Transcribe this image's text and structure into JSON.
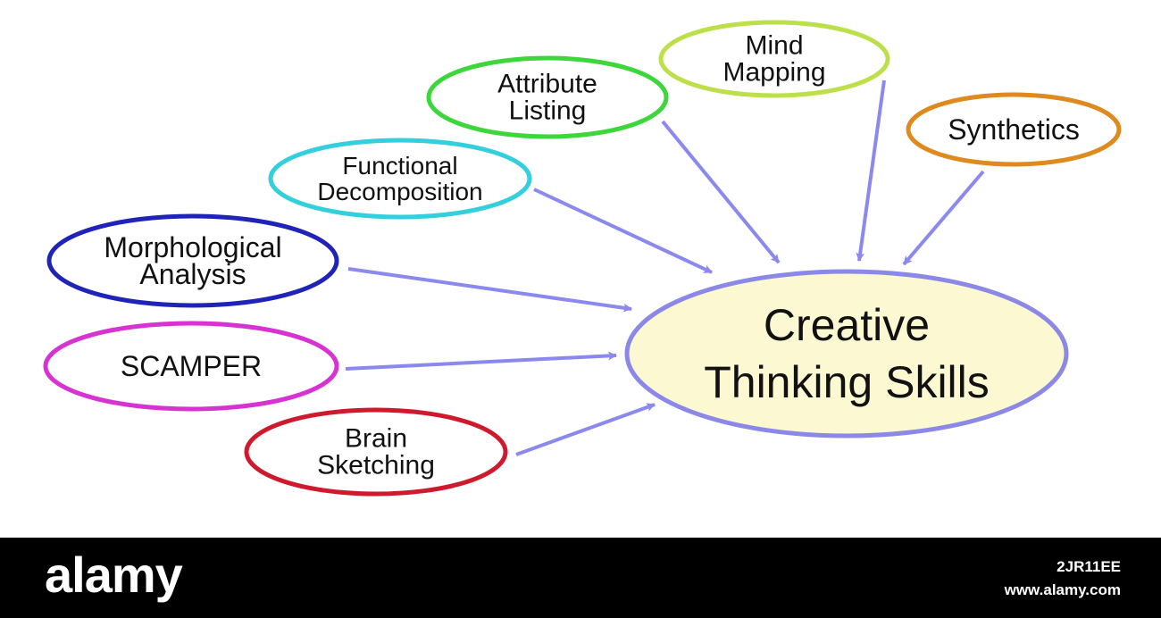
{
  "diagram": {
    "center": {
      "lines": [
        "Creative",
        "Thinking Skills"
      ],
      "fill": "#fbf8d2",
      "stroke": "#8b88e8"
    },
    "arrow_color": "#8b88ee",
    "nodes": [
      {
        "id": "mind-mapping",
        "lines": [
          "Mind",
          "Mapping"
        ],
        "stroke": "#bde04a"
      },
      {
        "id": "attribute-listing",
        "lines": [
          "Attribute",
          "Listing"
        ],
        "stroke": "#3dd63b"
      },
      {
        "id": "synthetics",
        "lines": [
          "Synthetics"
        ],
        "stroke": "#de8a1e"
      },
      {
        "id": "functional-decomposition",
        "lines": [
          "Functional",
          "Decomposition"
        ],
        "stroke": "#33cfdc"
      },
      {
        "id": "morphological-analysis",
        "lines": [
          "Morphological",
          "Analysis"
        ],
        "stroke": "#1f23b8"
      },
      {
        "id": "scamper",
        "lines": [
          "SCAMPER"
        ],
        "stroke": "#d733d3"
      },
      {
        "id": "brain-sketching",
        "lines": [
          "Brain",
          "Sketching"
        ],
        "stroke": "#cf1a2e"
      }
    ]
  },
  "footer": {
    "brand": "alamy",
    "stock_id": "2JR11EE",
    "site": "www.alamy.com"
  }
}
